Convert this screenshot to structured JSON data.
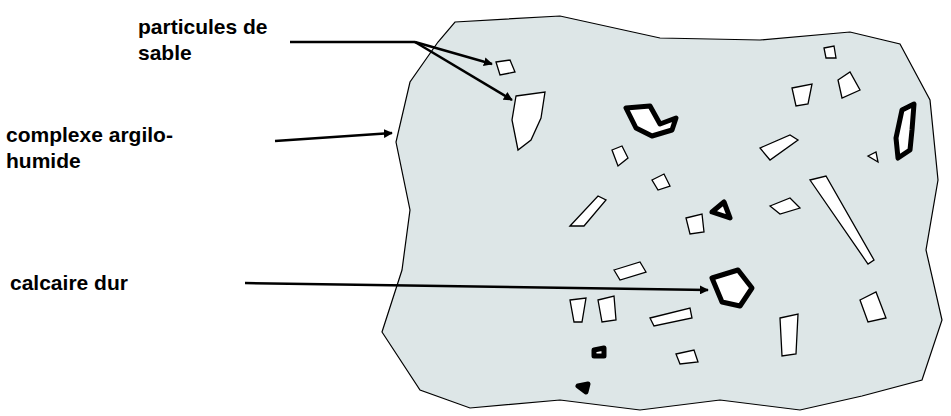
{
  "diagram": {
    "labels": [
      "particules de sable",
      "complexe argilo-humide",
      "calcaire dur"
    ]
  }
}
